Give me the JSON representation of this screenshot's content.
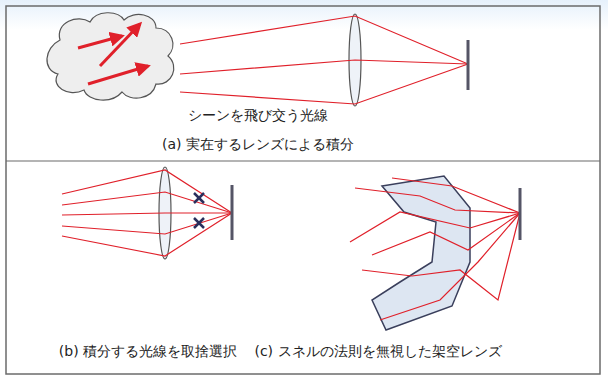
{
  "diagram": {
    "labels": [
      "シーンを飛び交う光線",
      "(a) 実在するレンズによる積分",
      "(b) 積分する光線を取捨選択",
      "(c) スネルの法則を無視した架空レンズ"
    ]
  }
}
